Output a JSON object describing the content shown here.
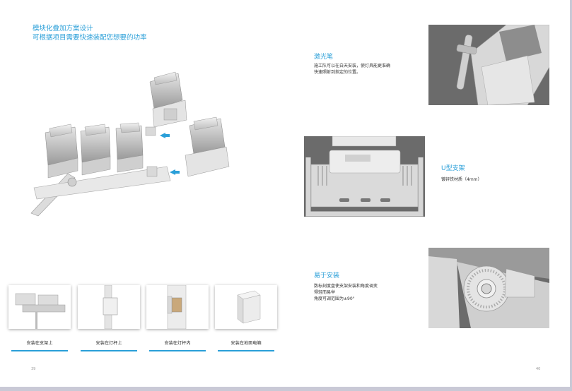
{
  "heading": {
    "line1": "模块化叠加方案设计",
    "line2": "可根据项目需要快速装配您想要的功率"
  },
  "features": {
    "laser": {
      "title": "激光笔",
      "desc1": "施工队可以在白天安装，使灯具能更准确",
      "desc2": "快速照射到指定的位置。"
    },
    "bracket": {
      "title": "U型支架",
      "desc1": "镀锌铁材质（4mm）"
    },
    "install": {
      "title": "易于安装",
      "desc1": "数标刻度盘使支架安装和角度调变",
      "desc2": "得轻而易举",
      "desc3": "角度可调范围为±90°"
    }
  },
  "install_options": [
    {
      "label": "安装在支架上"
    },
    {
      "label": "安装在灯杆上"
    },
    {
      "label": "安装在灯杆内"
    },
    {
      "label": "安装在地面电箱"
    }
  ],
  "page_numbers": {
    "left": "39",
    "right": "40"
  },
  "colors": {
    "accent": "#2a9fd8",
    "photo_bg": "#6b6b6b"
  }
}
